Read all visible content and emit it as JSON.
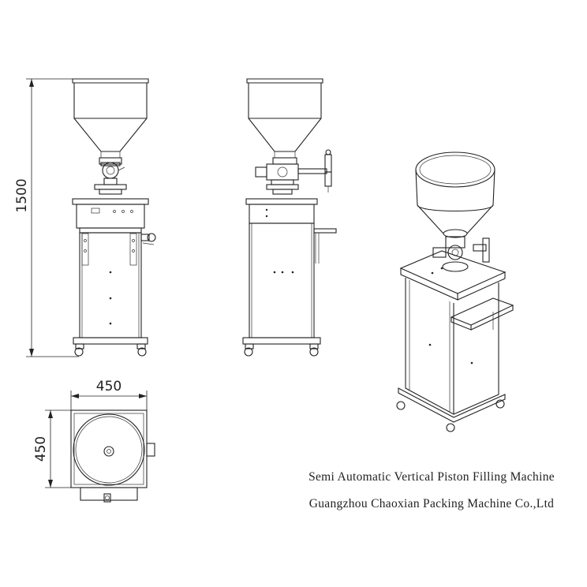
{
  "dimensions": {
    "height": "1500",
    "top_width": "450",
    "top_depth": "450"
  },
  "caption": {
    "title": "Semi Automatic Vertical Piston Filling Machine",
    "company": "Guangzhou Chaoxian Packing Machine Co.,Ltd"
  }
}
